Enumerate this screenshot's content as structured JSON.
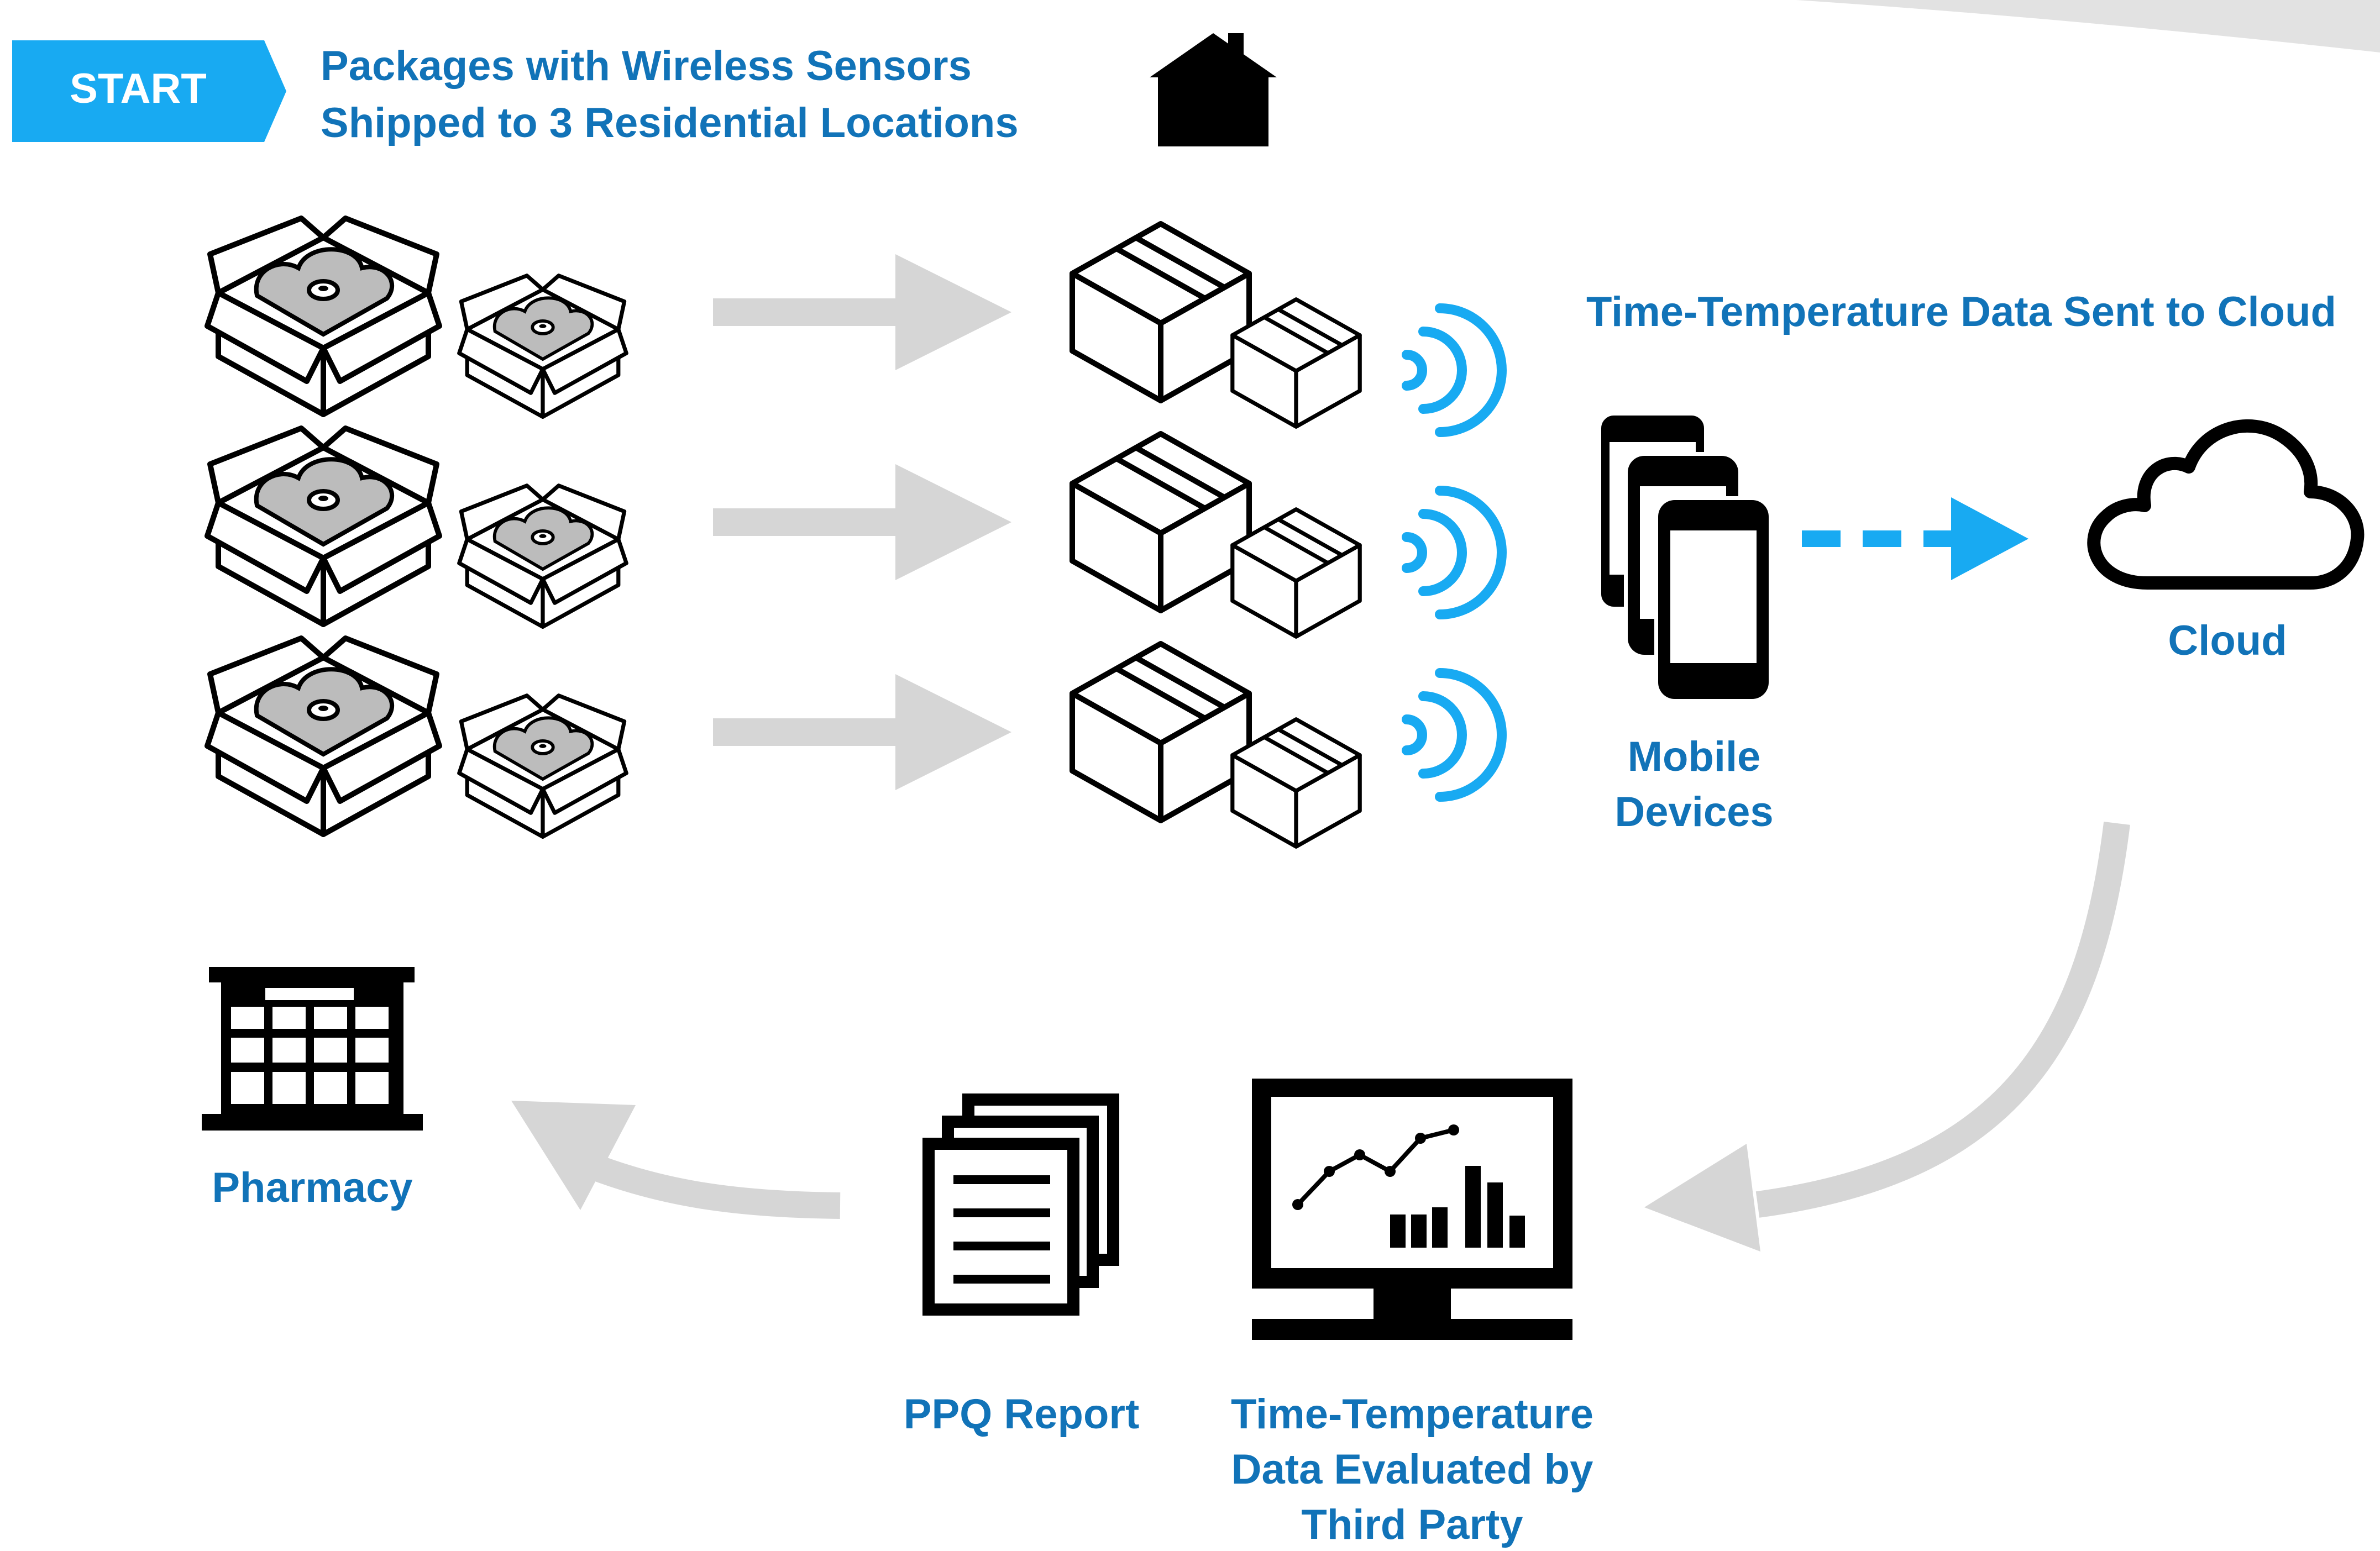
{
  "start": {
    "label": "START",
    "text_line1": "Packages with Wireless Sensors",
    "text_line2": "Shipped to 3 Residential  Locations"
  },
  "cloud_heading": "Time-Temperature Data Sent to Cloud",
  "mobile": {
    "line1": "Mobile",
    "line2": "Devices"
  },
  "cloud": {
    "label": "Cloud"
  },
  "pharmacy": {
    "label": "Pharmacy"
  },
  "ppq": {
    "label": "PPQ Report"
  },
  "evaluation": {
    "line1": "Time-Temperature",
    "line2": "Data Evaluated by",
    "line3": "Third Party"
  },
  "colors": {
    "accent_blue": "#18aaf2",
    "label_blue": "#1173b8",
    "arrow_gray": "#d6d6d6",
    "icon_black": "#000000"
  },
  "icons": [
    "house-icon",
    "open-box-icon",
    "closed-box-icon",
    "wireless-signal-icon",
    "mobile-devices-icon",
    "cloud-icon",
    "monitor-chart-icon",
    "report-documents-icon",
    "pharmacy-building-icon"
  ]
}
